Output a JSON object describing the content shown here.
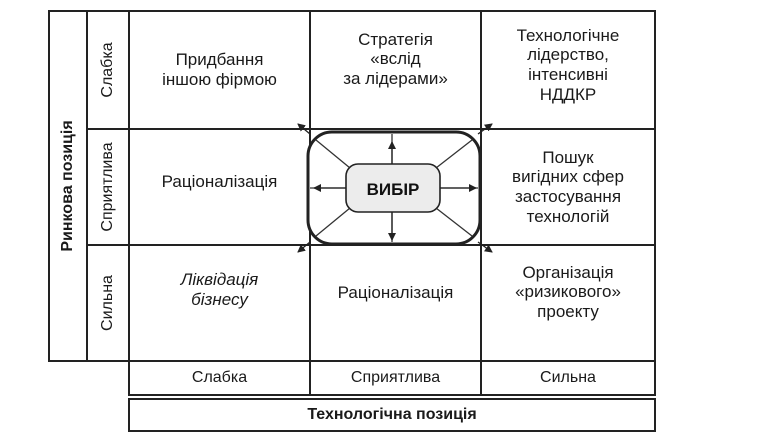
{
  "axes": {
    "market_position": "Ринкова позиція",
    "technology_position": "Технологічна позиція"
  },
  "rows": [
    "Слабка",
    "Сприятлива",
    "Сильна"
  ],
  "columns": [
    "Слабка",
    "Сприятлива",
    "Сильна"
  ],
  "cells": [
    [
      "Придбання\nіншою фірмою",
      "Стратегія\n«вслід\nза лідерами»",
      "Технологічне\nлідерство,\nінтенсивні\nНДДКР"
    ],
    [
      "Раціоналізація",
      "",
      "Пошук\nвигідних сфер\nзастосування\nтехнологій"
    ],
    [
      "Ліквідація\nбізнесу",
      "Раціоналізація",
      "Організація\n«ризикового»\nпроекту"
    ]
  ],
  "center": "ВИБІР"
}
